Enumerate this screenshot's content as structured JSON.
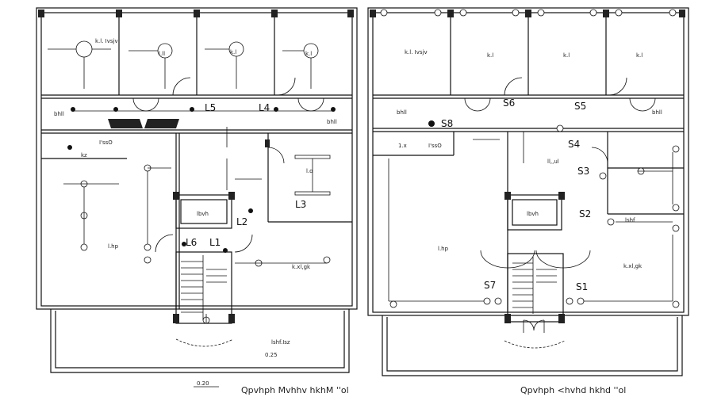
{
  "left_plan": {
    "caption": "Qpvhph Mvhhv hkhM ''ol",
    "scale_label": "0.20",
    "rooms": [
      {
        "label": "k.l. Ivsjv",
        "key": "r1"
      },
      {
        "label": "l.ll",
        "key": "r2"
      },
      {
        "label": "k.l",
        "key": "r3"
      },
      {
        "label": "k.l",
        "key": "r4"
      },
      {
        "label": "bhll",
        "key": "r5"
      },
      {
        "label": "bhll",
        "key": "r6"
      },
      {
        "label": "I'ssO",
        "key": "r7"
      },
      {
        "label": "kz",
        "key": "r8"
      },
      {
        "label": "lbvh",
        "key": "r9"
      },
      {
        "label": "l.hp",
        "key": "r10"
      },
      {
        "label": "k.xl,gk",
        "key": "r11"
      },
      {
        "label": "lshf.Isz",
        "key": "r12"
      },
      {
        "label": "0.25",
        "key": "r13"
      },
      {
        "label": "l.o",
        "key": "r14"
      }
    ],
    "lines": [
      "L5",
      "L4",
      "L3",
      "L2",
      "L6",
      "L1"
    ]
  },
  "right_plan": {
    "caption": "Qpvhph <hvhd hkhd ''ol",
    "rooms": [
      {
        "label": "k.l. Ivsjv",
        "key": "s1"
      },
      {
        "label": "k.l",
        "key": "s2"
      },
      {
        "label": "k.l",
        "key": "s3"
      },
      {
        "label": "k.l",
        "key": "s4"
      },
      {
        "label": "bhll",
        "key": "s5"
      },
      {
        "label": "bhll",
        "key": "s6"
      },
      {
        "label": "I'ssO",
        "key": "s7"
      },
      {
        "label": "lbvh",
        "key": "s8"
      },
      {
        "label": "l.hp",
        "key": "s9"
      },
      {
        "label": "ll,,ul",
        "key": "s10"
      },
      {
        "label": "k.xl,gk",
        "key": "s11"
      },
      {
        "label": "lshf",
        "key": "s12"
      },
      {
        "label": "1.x",
        "key": "s13"
      }
    ],
    "lines": [
      "S6",
      "S5",
      "S8",
      "S4",
      "S3",
      "S2",
      "S7",
      "S1"
    ]
  }
}
